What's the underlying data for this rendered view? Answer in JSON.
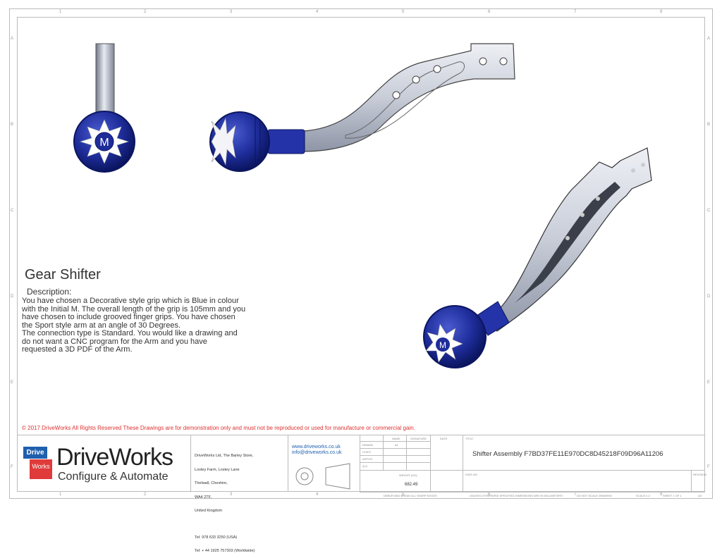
{
  "zones": {
    "columns": [
      "1",
      "2",
      "3",
      "4",
      "5",
      "6",
      "7",
      "8"
    ],
    "rows": [
      "A",
      "B",
      "C",
      "D",
      "E",
      "F"
    ]
  },
  "drawing": {
    "title": "Gear Shifter",
    "description_label": "Description:",
    "description_lines": [
      "You have chosen a Decorative style grip which is Blue in colour",
      "with the Initial M. The overall length of the grip is 105mm and you",
      "have chosen to include grooved finger grips. You have chosen",
      "the Sport style arm at an angle of 30 Degrees.",
      "The connection type is Standard. You would like a drawing and",
      "do not want a CNC program for the Arm and  you have",
      "requested a 3D PDF of the Arm."
    ],
    "knob_initial": "M",
    "colors": {
      "knob": "#1e2d9a",
      "arm": "#c8cdd8",
      "star": "#ffffff"
    }
  },
  "copyright": "© 2017 DriveWorks All Rights Reserved  These Drawings are for demonstration only and must not be reproduced or used for manufacture or commercial gain.",
  "title_block": {
    "logo_top": "Drive",
    "logo_bottom": "Works",
    "brand": "DriveWorks",
    "tagline": "Configure & Automate",
    "address_lines": [
      "DriveWorks Ltd, The Barley Store,",
      "Lostey Farm, Lostey Lane",
      "Thelwall, Cheshire,",
      "WA4 2TF,",
      "United Kingdom",
      "",
      "Tel: 978 633 3250 (USA)",
      "Tel: + 44 1925 757303 (Worldwide)"
    ],
    "web": "www.driveworks.co.uk",
    "email": "info@driveworks.co.uk",
    "table_headers": [
      "NAME",
      "SIGNATURE",
      "DATE"
    ],
    "table_rows": [
      "DRAWN",
      "CHK'D",
      "APPV'D",
      "Q.A"
    ],
    "drawn_by": "A1",
    "title_label": "TITLE:",
    "assembly_title": "Shifter Assembly F7BD37FE11E970DC8D45218F09D96A11206",
    "weight_label": "WEIGHT (KG):",
    "weight_value": "682.49",
    "dwg_label": "DWG NO.",
    "revision_label": "REVISION",
    "footer_cells": [
      "DEBUR AND BREAK ALL SHARP EDGES",
      "UNLESS OTHERWISE SPECIFIED DIMENSIONS ARE IN MILLIMETERS",
      "DO NOT SCALE DRAWING",
      "SCALE:1:2",
      "SHEET 1 OF 1",
      "A3"
    ]
  }
}
